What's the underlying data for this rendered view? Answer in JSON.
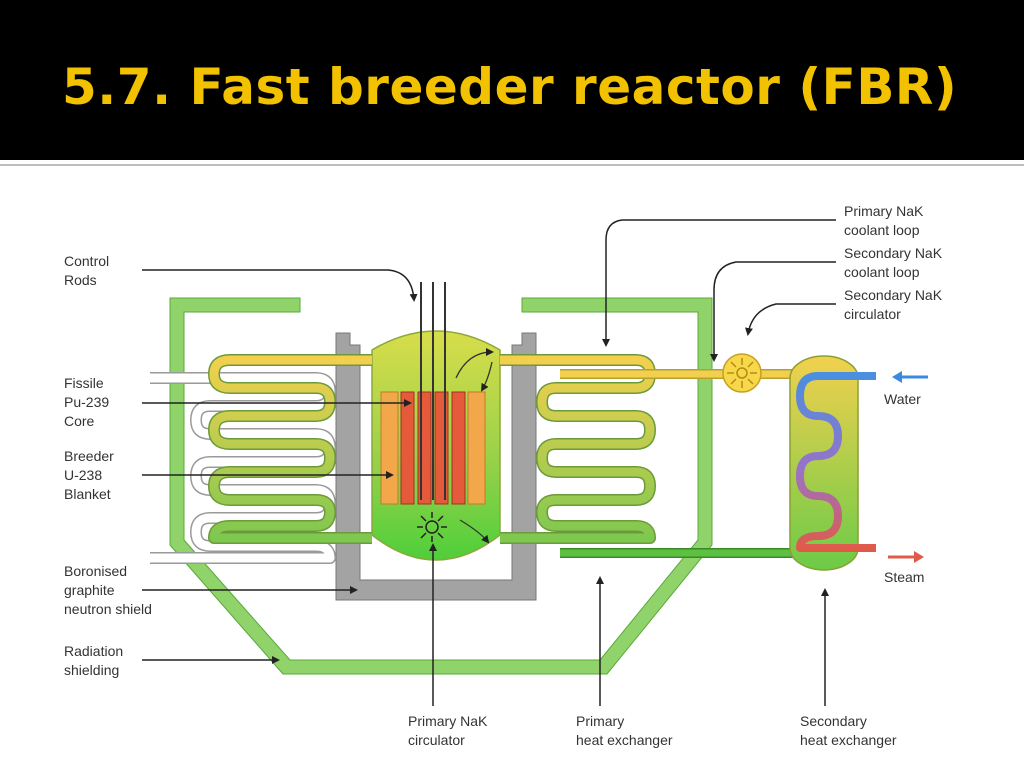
{
  "title": "5.7. Fast breeder reactor (FBR)",
  "labels": {
    "control_rods": [
      "Control",
      "Rods"
    ],
    "fissile_core": [
      "Fissile",
      "Pu-239",
      "Core"
    ],
    "breeder_blanket": [
      "Breeder",
      "U-238",
      "Blanket"
    ],
    "neutron_shield": [
      "Boronised",
      "graphite",
      "neutron shield"
    ],
    "radiation_shielding": [
      "Radiation",
      "shielding"
    ],
    "primary_loop": [
      "Primary NaK",
      "coolant loop"
    ],
    "secondary_loop": [
      "Secondary NaK",
      "coolant loop"
    ],
    "secondary_circulator": [
      "Secondary NaK",
      "circulator"
    ],
    "water": "Water",
    "steam": "Steam",
    "primary_circulator": [
      "Primary NaK",
      "circulator"
    ],
    "primary_hx": [
      "Primary",
      "heat exchanger"
    ],
    "secondary_hx": [
      "Secondary",
      "heat exchanger"
    ]
  },
  "colors": {
    "title": "#f2c200",
    "shield_green": "#8fd36a",
    "graphite": "#9e9e9e",
    "vessel": "#b9dc4a",
    "hot_yellow": "#f2d04e",
    "cool_green": "#93c95a",
    "water_blue": "#4a8fe0",
    "steam_red": "#e05a4a"
  }
}
